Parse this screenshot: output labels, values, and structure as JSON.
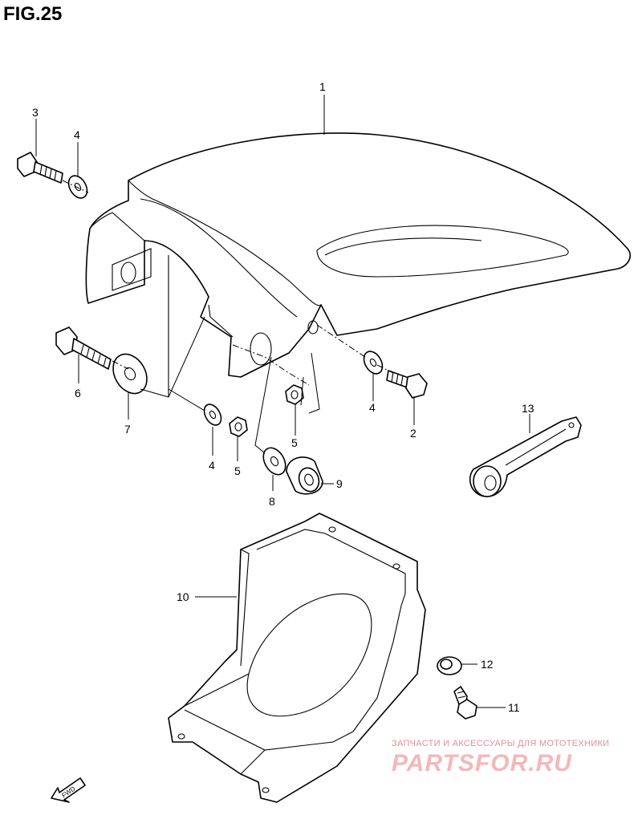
{
  "figure": {
    "title": "FIG.25"
  },
  "callouts": [
    {
      "id": "1",
      "text": "1"
    },
    {
      "id": "2",
      "text": "2"
    },
    {
      "id": "3",
      "text": "3"
    },
    {
      "id": "4a",
      "text": "4"
    },
    {
      "id": "4b",
      "text": "4"
    },
    {
      "id": "4c",
      "text": "4"
    },
    {
      "id": "5a",
      "text": "5"
    },
    {
      "id": "5b",
      "text": "5"
    },
    {
      "id": "6",
      "text": "6"
    },
    {
      "id": "7",
      "text": "7"
    },
    {
      "id": "8",
      "text": "8"
    },
    {
      "id": "9",
      "text": "9"
    },
    {
      "id": "10",
      "text": "10"
    },
    {
      "id": "11",
      "text": "11"
    },
    {
      "id": "12",
      "text": "12"
    },
    {
      "id": "13",
      "text": "13"
    }
  ],
  "direction_indicator": {
    "text": "FWD"
  },
  "watermark": {
    "tagline": "ЗАПЧАСТИ И АКСЕССУАРЫ ДЛЯ МОТОТЕХНИКИ",
    "logo": "PARTSFOR.RU"
  }
}
